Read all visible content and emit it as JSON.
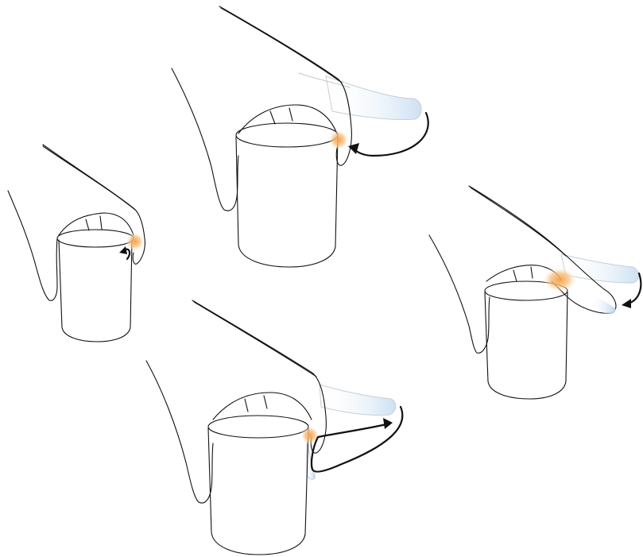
{
  "figure": {
    "panels": [
      {
        "id": "small-left",
        "gesture": "curl"
      },
      {
        "id": "top-center",
        "gesture": "flick-under"
      },
      {
        "id": "bottom-center",
        "gesture": "under-and-out"
      },
      {
        "id": "right",
        "gesture": "press-down"
      }
    ],
    "colors": {
      "contact_glow": "#f5a14a",
      "ghost_finger": "#cfe3f5",
      "stroke": "#111111",
      "ghost_stroke": "#bfc3c8",
      "background": "#ffffff"
    },
    "icons": [
      "hand-icon",
      "cup-icon",
      "curved-arrow-icon"
    ]
  }
}
